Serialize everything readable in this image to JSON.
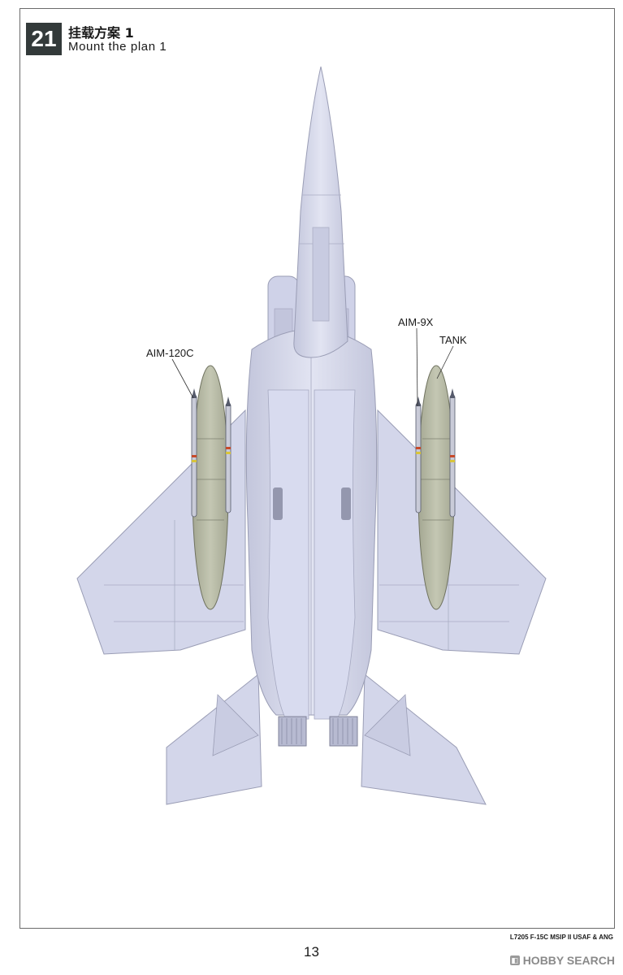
{
  "step": {
    "number": "21",
    "title_cn": "挂载方案 1",
    "title_en": "Mount the plan 1"
  },
  "callouts": {
    "aim120c": "AIM-120C",
    "aim9x": "AIM-9X",
    "tank": "TANK"
  },
  "footer": {
    "model": "L7205 F-15C MSIP II USAF & ANG",
    "page_number": "13"
  },
  "watermark": {
    "text": "HOBBY SEARCH"
  },
  "colors": {
    "airframe": "#d6d9ec",
    "tank": "#b8bba8",
    "frame_border": "#6b6b6b",
    "step_box": "#333a3a"
  }
}
